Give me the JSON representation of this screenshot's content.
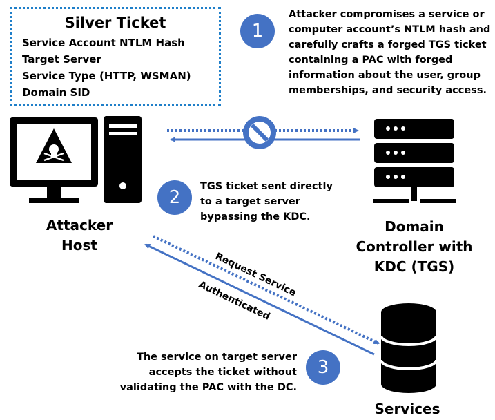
{
  "ticket": {
    "title": "Silver Ticket",
    "lines": [
      "Service Account NTLM Hash",
      "Target Server",
      "Service Type (HTTP, WSMAN)",
      "Domain SID"
    ]
  },
  "steps": [
    {
      "number": "1",
      "lines": [
        "Attacker compromises a service or",
        "computer account’s NTLM hash and",
        "carefully crafts a forged TGS ticket",
        "containing a PAC with forged",
        "information about the user, group",
        "memberships, and security access."
      ]
    },
    {
      "number": "2",
      "lines": [
        "TGS ticket sent directly",
        "to a target server",
        "bypassing the KDC."
      ]
    },
    {
      "number": "3",
      "lines": [
        "The service on target server",
        "accepts the ticket without",
        "validating the PAC with the DC."
      ]
    }
  ],
  "nodes": {
    "attacker": [
      "Attacker",
      "Host"
    ],
    "dc": [
      "Domain",
      "Controller with",
      "KDC (TGS)"
    ],
    "services": [
      "Services"
    ]
  },
  "arrows": {
    "request": "Request Service",
    "authenticated": "Authenticated"
  },
  "colors": {
    "accent": "#4472c4",
    "dotted_border": "#1f7fc9",
    "icon": "#000000"
  }
}
